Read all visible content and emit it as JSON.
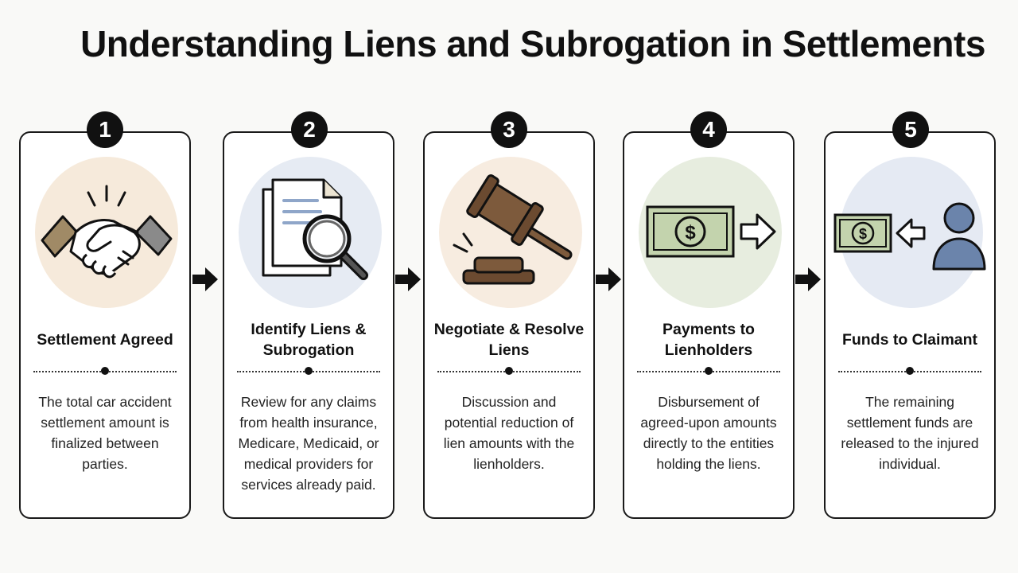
{
  "title": "Understanding Liens and Subrogation in Settlements",
  "steps": [
    {
      "number": "1",
      "title": "Settlement Agreed",
      "description": "The total car accident settlement amount is finalized between parties.",
      "icon": "handshake-icon",
      "bg_color": "#f6eadb"
    },
    {
      "number": "2",
      "title": "Identify Liens & Subrogation",
      "description": "Review for any claims from health insurance, Medicare, Medicaid, or medical providers for services already paid.",
      "icon": "document-magnifier-icon",
      "bg_color": "#e6ebf3"
    },
    {
      "number": "3",
      "title": "Negotiate & Resolve Liens",
      "description": "Discussion and potential reduction of lien amounts with the lienholders.",
      "icon": "gavel-icon",
      "bg_color": "#f7ece0"
    },
    {
      "number": "4",
      "title": "Payments to Lienholders",
      "description": "Disbursement of agreed-upon amounts directly to the entities holding the liens.",
      "icon": "money-arrow-icon",
      "bg_color": "#e7eddf"
    },
    {
      "number": "5",
      "title": "Funds to Claimant",
      "description": "The remaining settlement funds are released to the injured individual.",
      "icon": "money-person-icon",
      "bg_color": "#e5eaf3"
    }
  ],
  "colors": {
    "money_green": "#c3d3ad",
    "wood_brown": "#7d5a3c",
    "person_blue": "#6b84ab",
    "paper_blue": "#8fa6c9"
  }
}
